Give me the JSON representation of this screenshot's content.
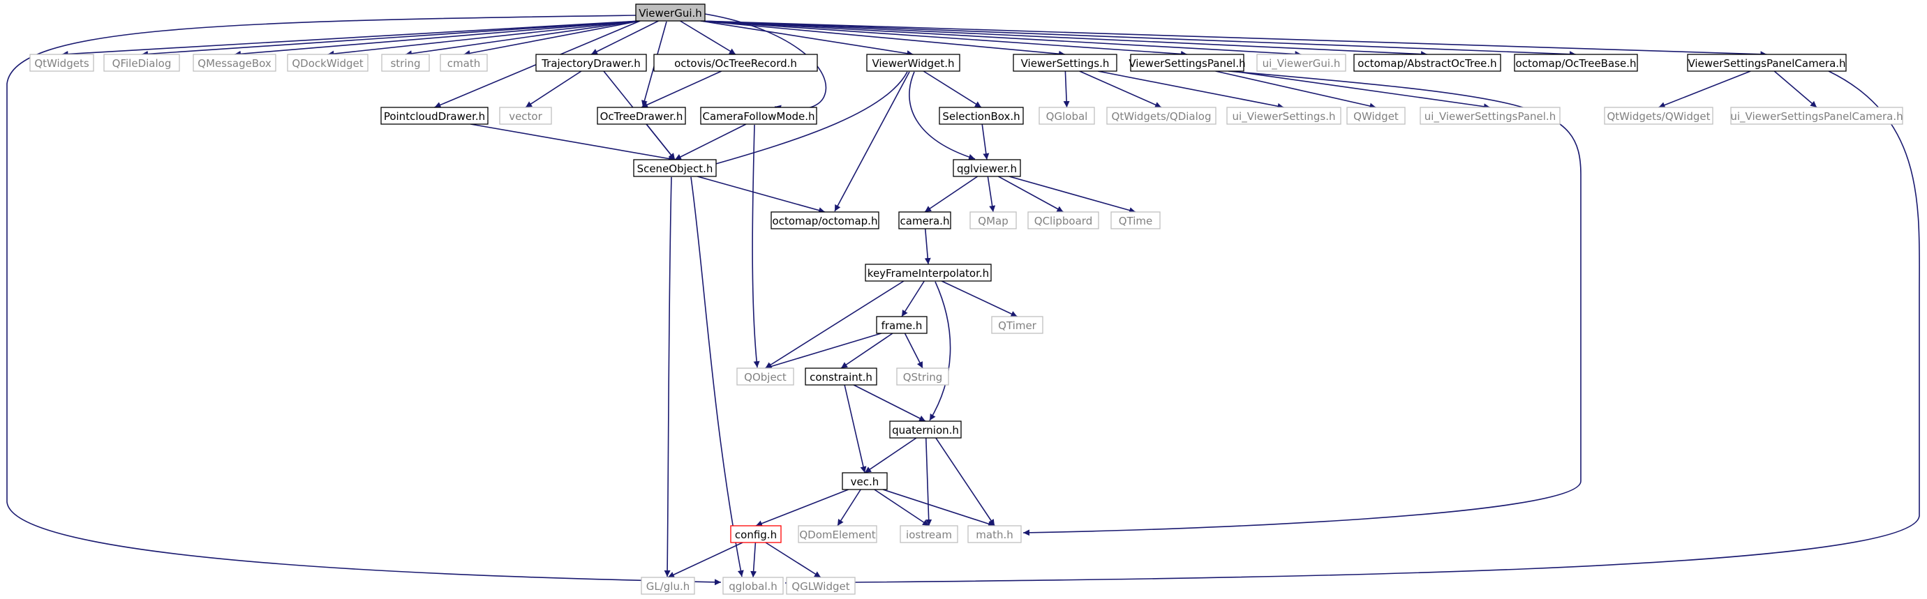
{
  "colors": {
    "edge": "#191970",
    "local_border": "#000000",
    "local_text": "#000000",
    "system_border": "#bfbfbf",
    "system_text": "#808080",
    "root_fill": "#bfbfbf",
    "highlight_border": "#ff0000"
  },
  "nodes": [
    {
      "id": "ViewerGui",
      "label": "ViewerGui.h",
      "kind": "root"
    },
    {
      "id": "QtWidgets",
      "label": "QtWidgets",
      "kind": "system"
    },
    {
      "id": "QFileDialog",
      "label": "QFileDialog",
      "kind": "system"
    },
    {
      "id": "QMessageBox",
      "label": "QMessageBox",
      "kind": "system"
    },
    {
      "id": "QDockWidget",
      "label": "QDockWidget",
      "kind": "system"
    },
    {
      "id": "string",
      "label": "string",
      "kind": "system"
    },
    {
      "id": "cmath",
      "label": "cmath",
      "kind": "system"
    },
    {
      "id": "TrajectoryDrawer",
      "label": "TrajectoryDrawer.h",
      "kind": "local"
    },
    {
      "id": "OcTreeRecord",
      "label": "octovis/OcTreeRecord.h",
      "kind": "local"
    },
    {
      "id": "ViewerWidget",
      "label": "ViewerWidget.h",
      "kind": "local"
    },
    {
      "id": "ViewerSettings",
      "label": "ViewerSettings.h",
      "kind": "local"
    },
    {
      "id": "ViewerSettingsPanel",
      "label": "ViewerSettingsPanel.h",
      "kind": "local"
    },
    {
      "id": "ui_ViewerGui",
      "label": "ui_ViewerGui.h",
      "kind": "system"
    },
    {
      "id": "AbstractOcTree",
      "label": "octomap/AbstractOcTree.h",
      "kind": "local"
    },
    {
      "id": "OcTreeBase",
      "label": "octomap/OcTreeBase.h",
      "kind": "local"
    },
    {
      "id": "ViewerSettingsPanelCamera",
      "label": "ViewerSettingsPanelCamera.h",
      "kind": "local"
    },
    {
      "id": "PointcloudDrawer",
      "label": "PointcloudDrawer.h",
      "kind": "local"
    },
    {
      "id": "vector",
      "label": "vector",
      "kind": "system"
    },
    {
      "id": "OcTreeDrawer",
      "label": "OcTreeDrawer.h",
      "kind": "local"
    },
    {
      "id": "CameraFollowMode",
      "label": "CameraFollowMode.h",
      "kind": "local"
    },
    {
      "id": "SelectionBox",
      "label": "SelectionBox.h",
      "kind": "local"
    },
    {
      "id": "QGlobal",
      "label": "QGlobal",
      "kind": "system"
    },
    {
      "id": "QDialog",
      "label": "QtWidgets/QDialog",
      "kind": "system"
    },
    {
      "id": "ui_ViewerSettings",
      "label": "ui_ViewerSettings.h",
      "kind": "system"
    },
    {
      "id": "QWidget",
      "label": "QWidget",
      "kind": "system"
    },
    {
      "id": "ui_ViewerSettingsPanel",
      "label": "ui_ViewerSettingsPanel.h",
      "kind": "system"
    },
    {
      "id": "QtWidgetsQWidget",
      "label": "QtWidgets/QWidget",
      "kind": "system"
    },
    {
      "id": "ui_ViewerSettingsPanelCamera",
      "label": "ui_ViewerSettingsPanelCamera.h",
      "kind": "system"
    },
    {
      "id": "SceneObject",
      "label": "SceneObject.h",
      "kind": "local"
    },
    {
      "id": "qglviewer",
      "label": "qglviewer.h",
      "kind": "local"
    },
    {
      "id": "octomap",
      "label": "octomap/octomap.h",
      "kind": "local"
    },
    {
      "id": "camera",
      "label": "camera.h",
      "kind": "local"
    },
    {
      "id": "QMap",
      "label": "QMap",
      "kind": "system"
    },
    {
      "id": "QClipboard",
      "label": "QClipboard",
      "kind": "system"
    },
    {
      "id": "QTime",
      "label": "QTime",
      "kind": "system"
    },
    {
      "id": "keyFrameInterpolator",
      "label": "keyFrameInterpolator.h",
      "kind": "local"
    },
    {
      "id": "frame",
      "label": "frame.h",
      "kind": "local"
    },
    {
      "id": "QTimer",
      "label": "QTimer",
      "kind": "system"
    },
    {
      "id": "QObject",
      "label": "QObject",
      "kind": "system"
    },
    {
      "id": "constraint",
      "label": "constraint.h",
      "kind": "local"
    },
    {
      "id": "QString",
      "label": "QString",
      "kind": "system"
    },
    {
      "id": "quaternion",
      "label": "quaternion.h",
      "kind": "local"
    },
    {
      "id": "vec",
      "label": "vec.h",
      "kind": "local"
    },
    {
      "id": "config",
      "label": "config.h",
      "kind": "highlight"
    },
    {
      "id": "QDomElement",
      "label": "QDomElement",
      "kind": "system"
    },
    {
      "id": "iostream",
      "label": "iostream",
      "kind": "system"
    },
    {
      "id": "mathh",
      "label": "math.h",
      "kind": "system"
    },
    {
      "id": "glu",
      "label": "GL/glu.h",
      "kind": "system"
    },
    {
      "id": "qglobal",
      "label": "qglobal.h",
      "kind": "system"
    },
    {
      "id": "QGLWidget",
      "label": "QGLWidget",
      "kind": "system"
    }
  ],
  "edges": [
    {
      "from": "ViewerGui",
      "to": "QtWidgets"
    },
    {
      "from": "ViewerGui",
      "to": "QFileDialog"
    },
    {
      "from": "ViewerGui",
      "to": "QMessageBox"
    },
    {
      "from": "ViewerGui",
      "to": "QDockWidget"
    },
    {
      "from": "ViewerGui",
      "to": "string"
    },
    {
      "from": "ViewerGui",
      "to": "cmath"
    },
    {
      "from": "ViewerGui",
      "to": "TrajectoryDrawer"
    },
    {
      "from": "ViewerGui",
      "to": "OcTreeRecord"
    },
    {
      "from": "ViewerGui",
      "to": "ViewerWidget"
    },
    {
      "from": "ViewerGui",
      "to": "ViewerSettings"
    },
    {
      "from": "ViewerGui",
      "to": "ViewerSettingsPanel"
    },
    {
      "from": "ViewerGui",
      "to": "ui_ViewerGui"
    },
    {
      "from": "ViewerGui",
      "to": "AbstractOcTree"
    },
    {
      "from": "ViewerGui",
      "to": "OcTreeBase"
    },
    {
      "from": "ViewerGui",
      "to": "ViewerSettingsPanelCamera"
    },
    {
      "from": "ViewerGui",
      "to": "PointcloudDrawer"
    },
    {
      "from": "ViewerGui",
      "to": "OcTreeDrawer"
    },
    {
      "from": "ViewerGui",
      "to": "CameraFollowMode"
    },
    {
      "from": "ViewerGui",
      "to": "qglobal"
    },
    {
      "from": "TrajectoryDrawer",
      "to": "vector"
    },
    {
      "from": "TrajectoryDrawer",
      "to": "SceneObject"
    },
    {
      "from": "OcTreeRecord",
      "to": "OcTreeDrawer"
    },
    {
      "from": "ViewerWidget",
      "to": "SelectionBox"
    },
    {
      "from": "ViewerWidget",
      "to": "qglviewer"
    },
    {
      "from": "ViewerWidget",
      "to": "SceneObject"
    },
    {
      "from": "ViewerWidget",
      "to": "octomap"
    },
    {
      "from": "ViewerSettings",
      "to": "QGlobal"
    },
    {
      "from": "ViewerSettings",
      "to": "QDialog"
    },
    {
      "from": "ViewerSettings",
      "to": "ui_ViewerSettings"
    },
    {
      "from": "ViewerSettingsPanel",
      "to": "QWidget"
    },
    {
      "from": "ViewerSettingsPanel",
      "to": "ui_ViewerSettingsPanel"
    },
    {
      "from": "ViewerSettingsPanel",
      "to": "mathh"
    },
    {
      "from": "ViewerSettingsPanelCamera",
      "to": "QtWidgetsQWidget"
    },
    {
      "from": "ViewerSettingsPanelCamera",
      "to": "ui_ViewerSettingsPanelCamera"
    },
    {
      "from": "ViewerSettingsPanelCamera",
      "to": "qglobal"
    },
    {
      "from": "PointcloudDrawer",
      "to": "SceneObject"
    },
    {
      "from": "OcTreeDrawer",
      "to": "SceneObject"
    },
    {
      "from": "CameraFollowMode",
      "to": "SceneObject"
    },
    {
      "from": "CameraFollowMode",
      "to": "QObject"
    },
    {
      "from": "SelectionBox",
      "to": "qglviewer"
    },
    {
      "from": "SceneObject",
      "to": "octomap"
    },
    {
      "from": "SceneObject",
      "to": "glu"
    },
    {
      "from": "SceneObject",
      "to": "qglobal"
    },
    {
      "from": "qglviewer",
      "to": "camera"
    },
    {
      "from": "qglviewer",
      "to": "QMap"
    },
    {
      "from": "qglviewer",
      "to": "QClipboard"
    },
    {
      "from": "qglviewer",
      "to": "QTime"
    },
    {
      "from": "camera",
      "to": "keyFrameInterpolator"
    },
    {
      "from": "keyFrameInterpolator",
      "to": "frame"
    },
    {
      "from": "keyFrameInterpolator",
      "to": "QObject"
    },
    {
      "from": "keyFrameInterpolator",
      "to": "QTimer"
    },
    {
      "from": "keyFrameInterpolator",
      "to": "quaternion"
    },
    {
      "from": "frame",
      "to": "QObject"
    },
    {
      "from": "frame",
      "to": "constraint"
    },
    {
      "from": "frame",
      "to": "QString"
    },
    {
      "from": "constraint",
      "to": "quaternion"
    },
    {
      "from": "constraint",
      "to": "vec"
    },
    {
      "from": "quaternion",
      "to": "vec"
    },
    {
      "from": "quaternion",
      "to": "iostream"
    },
    {
      "from": "quaternion",
      "to": "mathh"
    },
    {
      "from": "vec",
      "to": "config"
    },
    {
      "from": "vec",
      "to": "QDomElement"
    },
    {
      "from": "vec",
      "to": "iostream"
    },
    {
      "from": "vec",
      "to": "mathh"
    },
    {
      "from": "config",
      "to": "glu"
    },
    {
      "from": "config",
      "to": "qglobal"
    },
    {
      "from": "config",
      "to": "QGLWidget"
    }
  ]
}
